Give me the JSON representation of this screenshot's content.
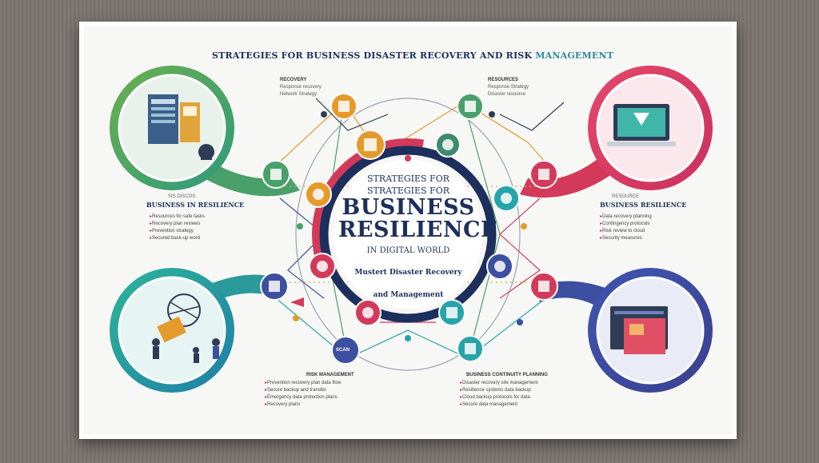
{
  "poster": {
    "title": "STRATEGIES FOR BUSINESS DISASTER RECOVERY AND RISK",
    "title_tail": "MANAGEMENT",
    "center": {
      "line1": "STRATEGIES FOR",
      "line2": "STRATEGIES FOR",
      "big1": "BUSINESS",
      "big2": "RESILIENCE",
      "sub": "IN DIGITAL WORLD",
      "tag1": "Mustert Disaster Recovery",
      "tag2": "and Management"
    },
    "left": {
      "head_small": "SIS DISCOS",
      "head": "BUSINESS IN RESILIENCE",
      "bullets": [
        "Resources for safe tasks",
        "Recovery plan reviews",
        "Prevention strategy",
        "Secured back-up word"
      ]
    },
    "right": {
      "head_small": "RESOURCE",
      "head": "BUSINESS RESILIENCE",
      "bullets": [
        "Data recovery planning",
        "Contingency protocols",
        "Risk review to cloud",
        "Security measures"
      ]
    },
    "top_left_label": {
      "head": "RECOVERY",
      "lines": [
        "Response recovery",
        "Network Strategy"
      ]
    },
    "top_right_label": {
      "head": "RESOURCES",
      "lines": [
        "Response Strategy",
        "Disaster resource"
      ]
    },
    "bottom_left_label": {
      "head": "RISK MANAGEMENT",
      "bullets": [
        "Prevention recovery plan data flow",
        "Secure backup and transfer",
        "Emergency data protection plans",
        "Recovery plans"
      ]
    },
    "bottom_right_label": {
      "head": "BUSINESS CONTINUITY PLANNING",
      "bullets": [
        "Disaster recovery site management",
        "Resilience systems data backup",
        "Cloud backup protocols for data",
        "Secure data management"
      ]
    },
    "node_tags": [
      "SCAN"
    ]
  },
  "colors": {
    "navy": "#1d2f5c",
    "pink": "#d33a5a",
    "green": "#4aa06a",
    "teal": "#27a4a8",
    "blue": "#3d4fa0",
    "orange": "#e59a2c"
  }
}
